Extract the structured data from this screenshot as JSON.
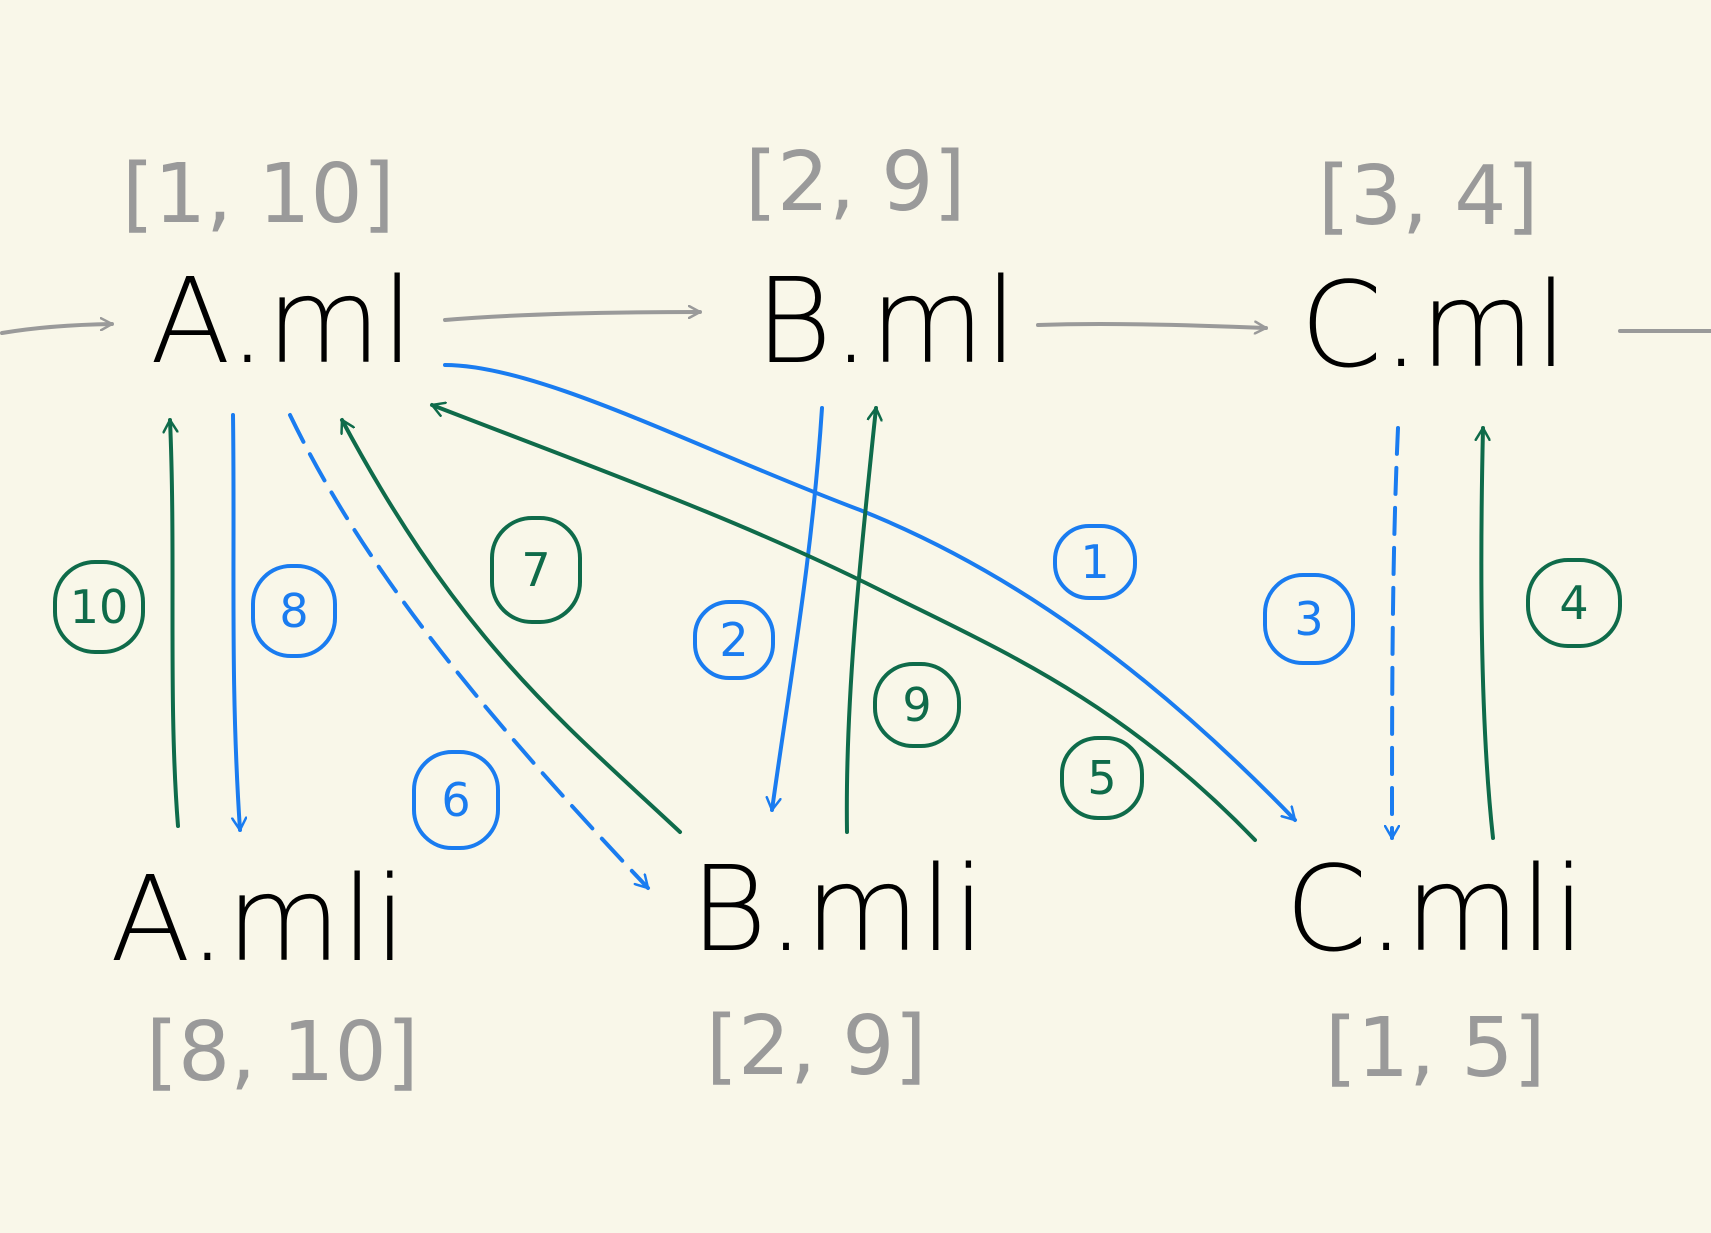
{
  "colors": {
    "background": "#f9f7e9",
    "node_text": "#000000",
    "range_text": "#9a9a9a",
    "chain_arrow": "#9a9a9a",
    "blue_step": "#1a7cf0",
    "green_step": "#0f6b4a"
  },
  "nodes": {
    "a_ml": {
      "label": "A.ml",
      "range": "[1, 10]"
    },
    "b_ml": {
      "label": "B.ml",
      "range": "[2, 9]"
    },
    "c_ml": {
      "label": "C.ml",
      "range": "[3, 4]"
    },
    "a_mli": {
      "label": "A.mli",
      "range": "[8, 10]"
    },
    "b_mli": {
      "label": "B.mli",
      "range": "[2, 9]"
    },
    "c_mli": {
      "label": "C.mli",
      "range": "[1, 5]"
    }
  },
  "steps": [
    {
      "n": "1",
      "color": "blue",
      "from": "A.ml",
      "to": "C.mli",
      "style": "solid"
    },
    {
      "n": "2",
      "color": "blue",
      "from": "B.ml",
      "to": "B.mli",
      "style": "solid"
    },
    {
      "n": "3",
      "color": "blue",
      "from": "C.ml",
      "to": "C.mli",
      "style": "dashed"
    },
    {
      "n": "4",
      "color": "green",
      "from": "C.mli",
      "to": "C.ml",
      "style": "solid"
    },
    {
      "n": "5",
      "color": "green",
      "from": "C.mli",
      "to": "A.ml",
      "style": "solid"
    },
    {
      "n": "6",
      "color": "blue",
      "from": "A.ml",
      "to": "B.mli",
      "style": "dashed"
    },
    {
      "n": "7",
      "color": "green",
      "from": "B.mli",
      "to": "A.ml",
      "style": "solid"
    },
    {
      "n": "8",
      "color": "blue",
      "from": "A.ml",
      "to": "A.mli",
      "style": "solid"
    },
    {
      "n": "9",
      "color": "green",
      "from": "B.mli",
      "to": "B.ml",
      "style": "solid"
    },
    {
      "n": "10",
      "color": "green",
      "from": "A.mli",
      "to": "A.ml",
      "style": "solid"
    }
  ]
}
